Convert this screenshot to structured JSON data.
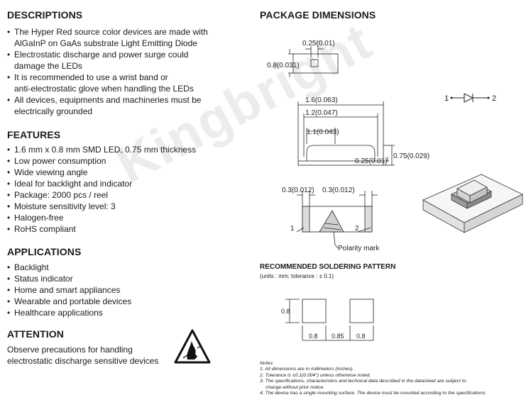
{
  "watermark": "Kingbright",
  "descriptions": {
    "heading": "DESCRIPTIONS",
    "items": [
      [
        "The Hyper Red source color devices are made with",
        "AlGaInP on GaAs substrate Light Emitting Diode"
      ],
      [
        "Electrostatic discharge and power surge could",
        "damage the LEDs"
      ],
      [
        "It is recommended to use a wrist band or",
        "anti-electrostatic glove when handling the LEDs"
      ],
      [
        "All devices, equipments and machineries must be",
        "electrically grounded"
      ]
    ]
  },
  "features": {
    "heading": "FEATURES",
    "items": [
      "1.6 mm x 0.8 mm SMD LED, 0.75 mm thickness",
      "Low power consumption",
      "Wide viewing angle",
      "Ideal for backlight and indicator",
      "Package: 2000 pcs / reel",
      "Moisture sensitivity level: 3",
      "Halogen-free",
      "RoHS compliant"
    ]
  },
  "applications": {
    "heading": "APPLICATIONS",
    "items": [
      "Backlight",
      "Status indicator",
      "Home and smart appliances",
      "Wearable and portable devices",
      "Healthcare applications"
    ]
  },
  "attention": {
    "heading": "ATTENTION",
    "lines": [
      "Observe precautions for handling",
      "electrostatic discharge sensitive devices"
    ]
  },
  "package": {
    "heading": "PACKAGE DIMENSIONS",
    "dims": {
      "top_width": "0.25(0.01)",
      "top_height": "0.8(0.031)",
      "w1": "1.6(0.063)",
      "w2": "1.2(0.047)",
      "w3": "1.1(0.043)",
      "pad_h": "0.25(0.01)",
      "height": "0.75(0.029)",
      "pad_left": "0.3(0.012)",
      "pad_right": "0.3(0.012)"
    },
    "pin1": "1",
    "pin2": "2",
    "polarity_label": "Polarity mark",
    "symbol_pin1": "1",
    "symbol_pin2": "2"
  },
  "soldering": {
    "heading": "RECOMMENDED SOLDERING PATTERN",
    "subtitle": "(units : mm; tolerance : ± 0.1)",
    "height": "0.8",
    "pad1": "0.8",
    "gap": "0.85",
    "pad2": "0.8"
  },
  "notes": {
    "title": "Notes:",
    "lines": [
      "1. All dimensions are in millimeters (inches).",
      "2. Tolerance is ±0.1(0.004\") unless otherwise noted.",
      "3. The specifications, characteristics and technical data described in the datasheet are subject to",
      "change without prior notice.",
      "4. The device has a single mounting surface. The device must be mounted according to the specifications."
    ]
  }
}
